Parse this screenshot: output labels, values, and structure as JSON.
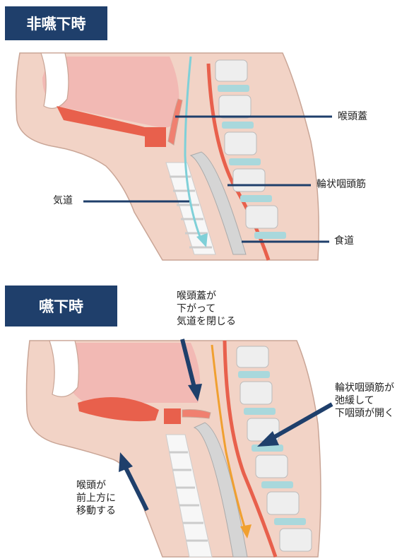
{
  "panels": [
    {
      "title": "非嚥下時",
      "labels": {
        "epiglottis": "喉頭蓋",
        "cricopharyngeus": "輪状咽頭筋",
        "trachea": "気道",
        "esophagus": "食道"
      }
    },
    {
      "title": "嚥下時",
      "labels": {
        "epiglottis_action": "喉頭蓋が\n下がって\n気道を閉じる",
        "cricopharyngeus_action": "輪状咽頭筋が\n弛緩して\n下咽頭が開く",
        "larynx_action": "喉頭が\n前上方に\n移動する"
      }
    }
  ],
  "colors": {
    "title_bg": "#1f3f6b",
    "skin": "#f2d3c6",
    "cavity": "#f2b9b4",
    "muscle": "#e8604c",
    "vertebra": "#eeeeee",
    "disc": "#a9d8dc",
    "airflow_arrow": "#7fd0d8",
    "food_arrow": "#f0a030",
    "pointer_arrow": "#1f3f6b"
  }
}
